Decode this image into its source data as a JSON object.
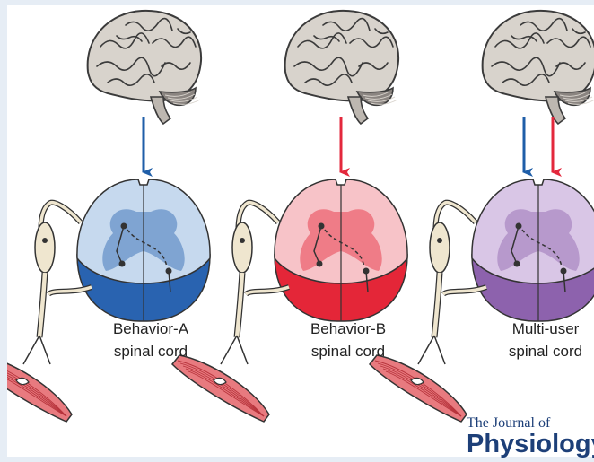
{
  "panels": [
    {
      "label_line1": "Behavior-A",
      "label_line2": "spinal cord",
      "arrows": [
        "blue"
      ],
      "tint": "blue"
    },
    {
      "label_line1": "Behavior-B",
      "label_line2": "spinal cord",
      "arrows": [
        "red"
      ],
      "tint": "red"
    },
    {
      "label_line1": "Multi-user",
      "label_line2": "spinal cord",
      "arrows": [
        "blue",
        "red"
      ],
      "tint": "purple"
    }
  ],
  "colors": {
    "blue_arrow": "#1f5ea8",
    "red_arrow": "#e3283c",
    "blue_light": "#c6d9ee",
    "blue_dark": "#2963b0",
    "red_light": "#f7c3c8",
    "red_dark": "#e42638",
    "purple_light": "#d9c6e6",
    "purple_dark": "#8d62ad"
  },
  "logo": {
    "line1": "The Journal of",
    "line2": "Physiology"
  }
}
